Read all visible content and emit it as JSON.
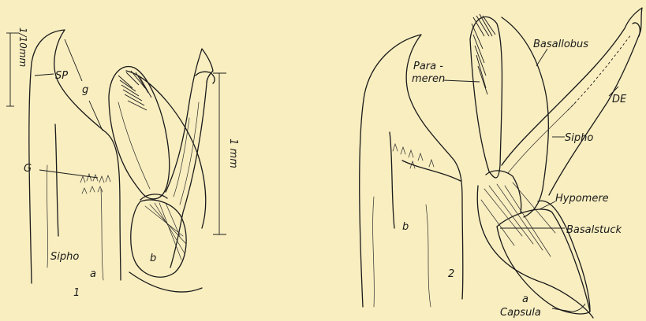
{
  "figure1": {
    "scale_small": "1/10mm",
    "scale_large": "1 mm",
    "labels": {
      "sp": "SP",
      "g": "g",
      "G": "G",
      "sipho": "Sipho",
      "a": "a",
      "b": "b",
      "number": "1"
    }
  },
  "figure2": {
    "labels": {
      "parameren_1": "Para -",
      "parameren_2": "meren",
      "basallobus": "Basallobus",
      "de": "DE",
      "sipho": "Sipho",
      "hypomere": "Hypomere",
      "basalstuck": "Basalstuck",
      "b": "b",
      "a": "a",
      "capsula": "Capsula",
      "number": "2"
    }
  }
}
